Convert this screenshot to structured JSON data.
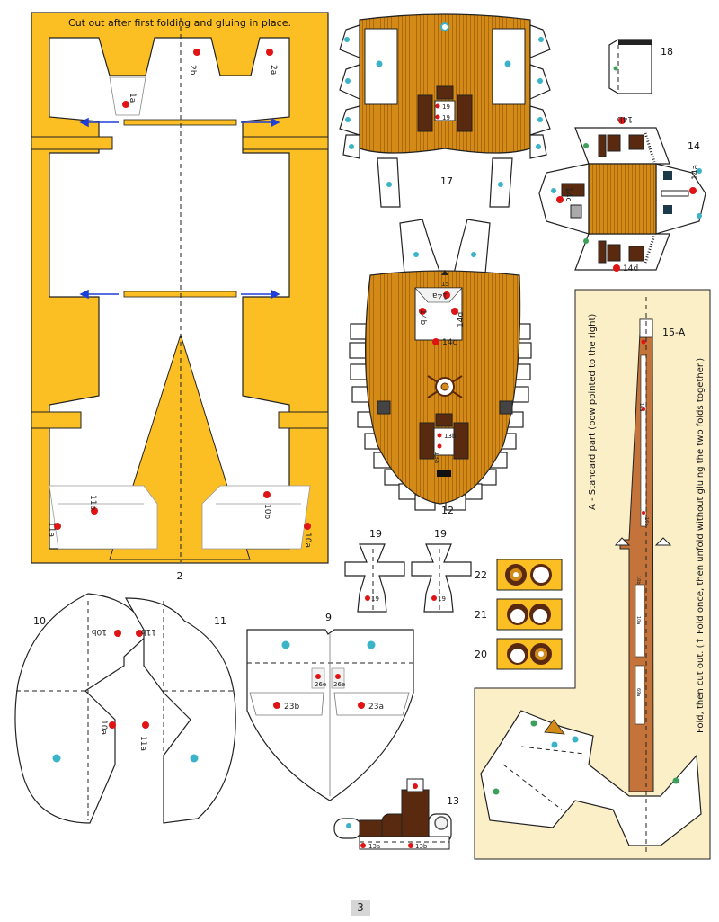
{
  "page": {
    "number": "3",
    "instruction_top": "Cut out after first folding and gluing in place.",
    "mast_note_standard": "A - Standard part (bow pointed to the right)",
    "mast_note_fold": "Fold, then cut out. (↑ Fold once, then unfold without gluing the two folds together.)"
  },
  "colors": {
    "yellow": "#fbbf24",
    "wood": "#d48a16",
    "dark_wood": "#5a2a10",
    "mast": "#c4743a",
    "cream": "#fbefc8",
    "red": "#e01414",
    "blue": "#3bb3c8",
    "green": "#3aa05a"
  },
  "parts": {
    "p2": "2",
    "p9": "9",
    "p10": "10",
    "p11": "11",
    "p12": "12",
    "p13": "13",
    "p14": "14",
    "p15a": "15-A",
    "p17": "17",
    "p18": "18",
    "p19a": "19",
    "p19b": "19",
    "p20": "20",
    "p21": "21",
    "p22": "22"
  },
  "labels": {
    "l1a": "1a",
    "l2a": "2a",
    "l2b": "2b",
    "l11a": "11a",
    "l11b": "11b",
    "l10a": "10a",
    "l10b": "10b",
    "l10b_m": "10b",
    "l11b_m": "11b",
    "l10a_m": "10a",
    "l11a_m": "11a",
    "l23a": "23a",
    "l23b": "23b",
    "l26e1": "26e",
    "l26e2": "26e",
    "l13a": "13a",
    "l13b": "13b",
    "l14a": "14a",
    "l14b": "14b",
    "l14c": "14c",
    "l14d": "14d",
    "d14a": "14a",
    "d14b": "14b",
    "d14c": "14c",
    "d14d": "14d",
    "d15": "15",
    "d13a": "13a",
    "d13b": "13b",
    "d19a": "19",
    "d19b": "19",
    "d19c": "19",
    "d19d": "19",
    "m16a": "16a",
    "m16b": "16b",
    "m10a": "10a",
    "m10b": "10b",
    "m69a": "69a"
  }
}
